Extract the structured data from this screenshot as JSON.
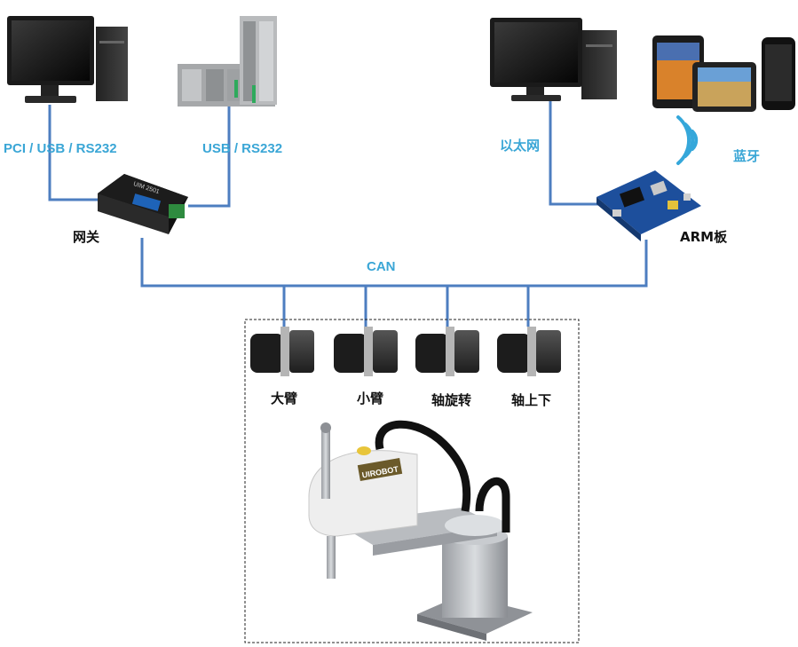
{
  "pc_left_label": "PCI / USB / RS232",
  "plc_label": "USB / RS232",
  "gateway_label": "网关",
  "pc_right_label": "以太网",
  "bluetooth_label": "蓝牙",
  "arm_label": "ARM板",
  "can_label": "CAN",
  "motors": [
    {
      "label": "大臂"
    },
    {
      "label": "小臂"
    },
    {
      "label": "轴旋转"
    },
    {
      "label": "轴上下"
    }
  ],
  "gateway_device_text": "UIM 2501",
  "robot_brand": "UIROBOT",
  "colors": {
    "line": "#4d7ec0",
    "label": "#3aa6d6"
  }
}
